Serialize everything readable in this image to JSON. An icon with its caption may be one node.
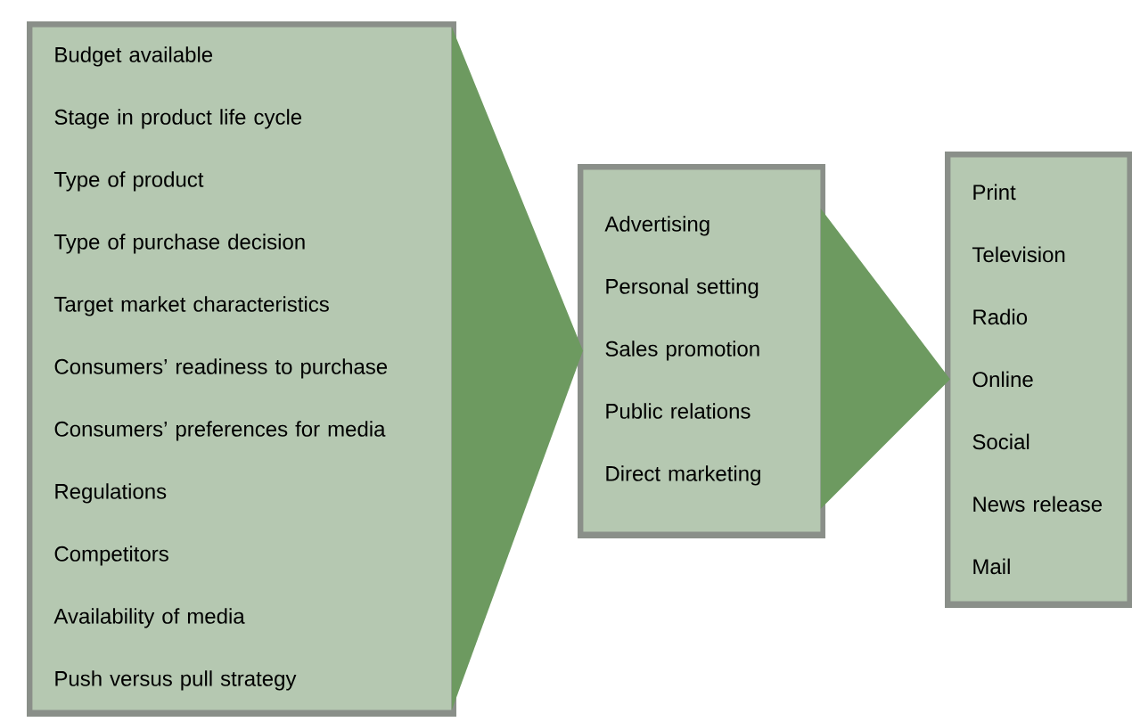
{
  "diagram": {
    "nodes": [
      {
        "text": [
          "Budget available",
          "Stage in product life cycle",
          "Type of product",
          "Type of purchase decision",
          "Target market characteristics",
          "Consumers’ readiness to purchase",
          "Consumers’ preferences for media",
          "Regulations",
          "Competitors",
          "Availability of media",
          "Push versus pull strategy"
        ]
      },
      {
        "text": [
          "Advertising",
          "Personal setting",
          "Sales promotion",
          "Public relations",
          "Direct marketing"
        ]
      },
      {
        "text": [
          "Print",
          "Television",
          "Radio",
          "Online",
          "Social",
          "News release",
          "Mail"
        ]
      }
    ],
    "edges": [
      {
        "from": 0,
        "to": 1,
        "arrow": "to"
      },
      {
        "from": 1,
        "to": 2,
        "arrow": "to"
      }
    ]
  }
}
